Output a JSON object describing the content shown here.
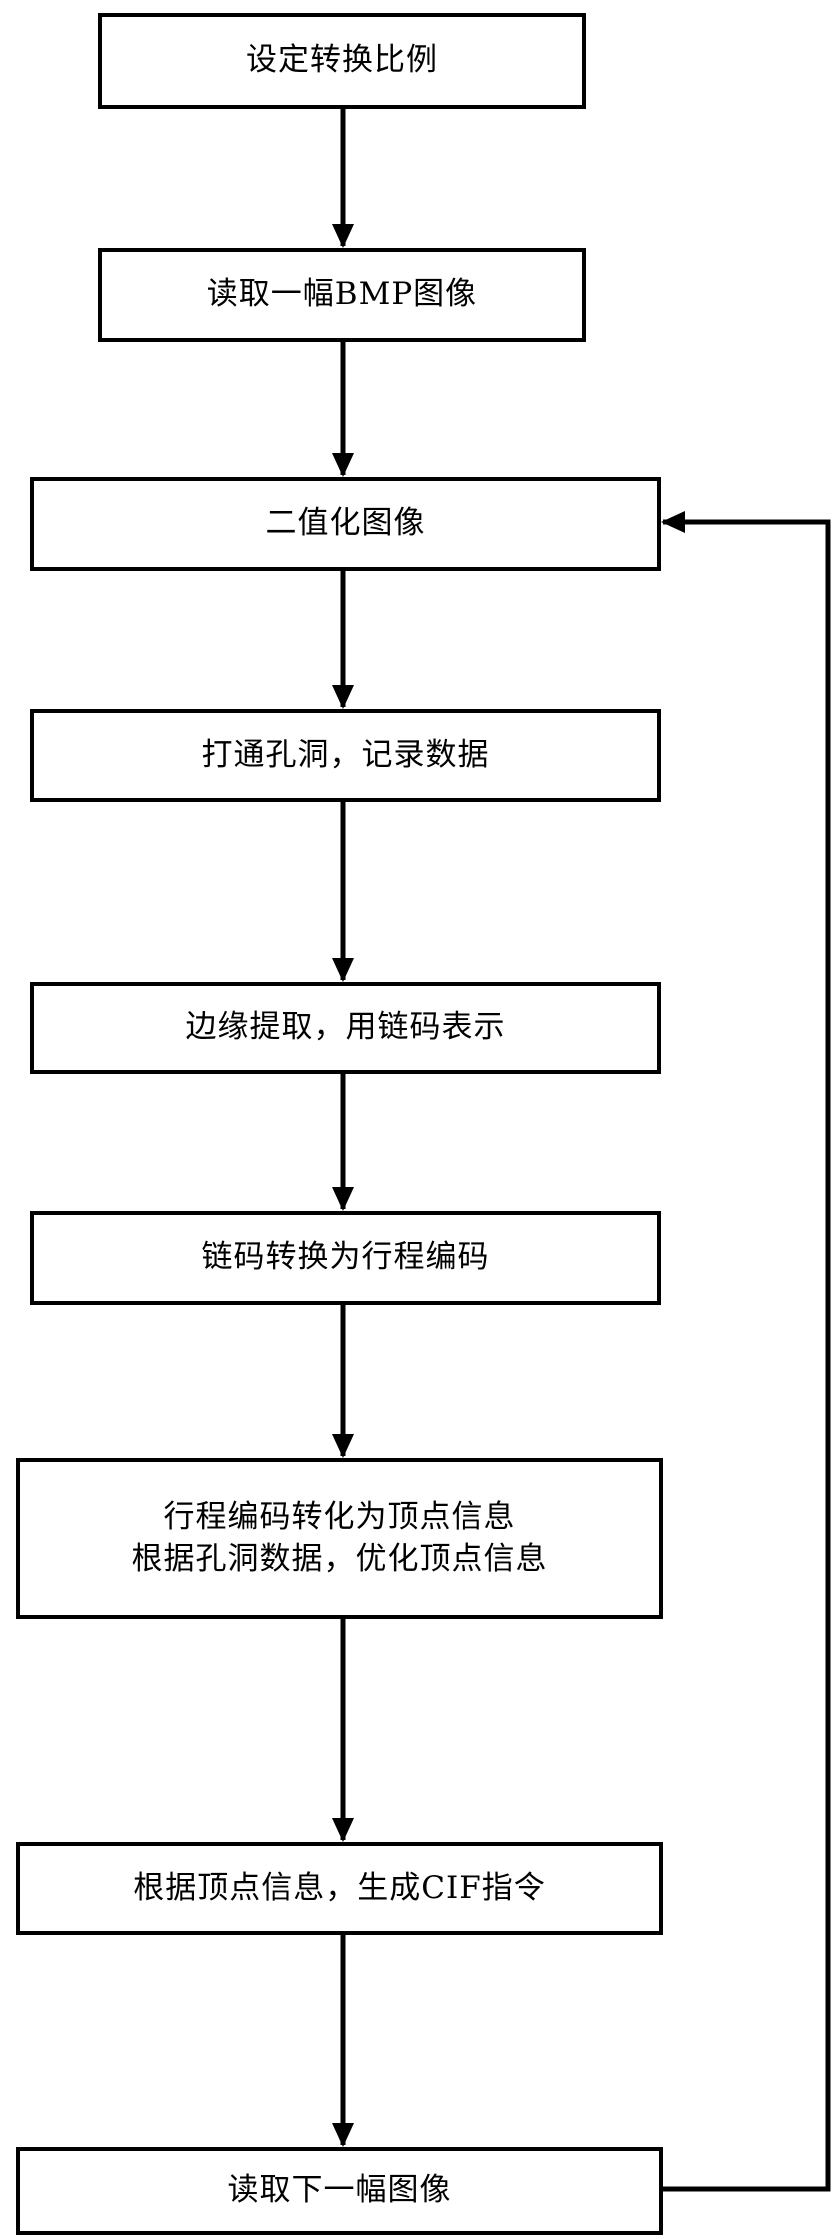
{
  "flowchart": {
    "steps": [
      {
        "id": "step-1",
        "label": "设定转换比例"
      },
      {
        "id": "step-2",
        "label": "读取一幅BMP图像"
      },
      {
        "id": "step-3",
        "label": "二值化图像"
      },
      {
        "id": "step-4",
        "label": "打通孔洞，记录数据"
      },
      {
        "id": "step-5",
        "label": "边缘提取，用链码表示"
      },
      {
        "id": "step-6",
        "label": "链码转换为行程编码"
      },
      {
        "id": "step-7",
        "lines": [
          "行程编码转化为顶点信息",
          "根据孔洞数据，优化顶点信息"
        ]
      },
      {
        "id": "step-8",
        "label": "根据顶点信息，生成CIF指令"
      },
      {
        "id": "step-9",
        "label": "读取下一幅图像"
      }
    ],
    "colors": {
      "stroke": "#000000",
      "fill": "#ffffff",
      "text": "#000000"
    },
    "loop": {
      "from": "step-9",
      "to": "step-3"
    }
  }
}
